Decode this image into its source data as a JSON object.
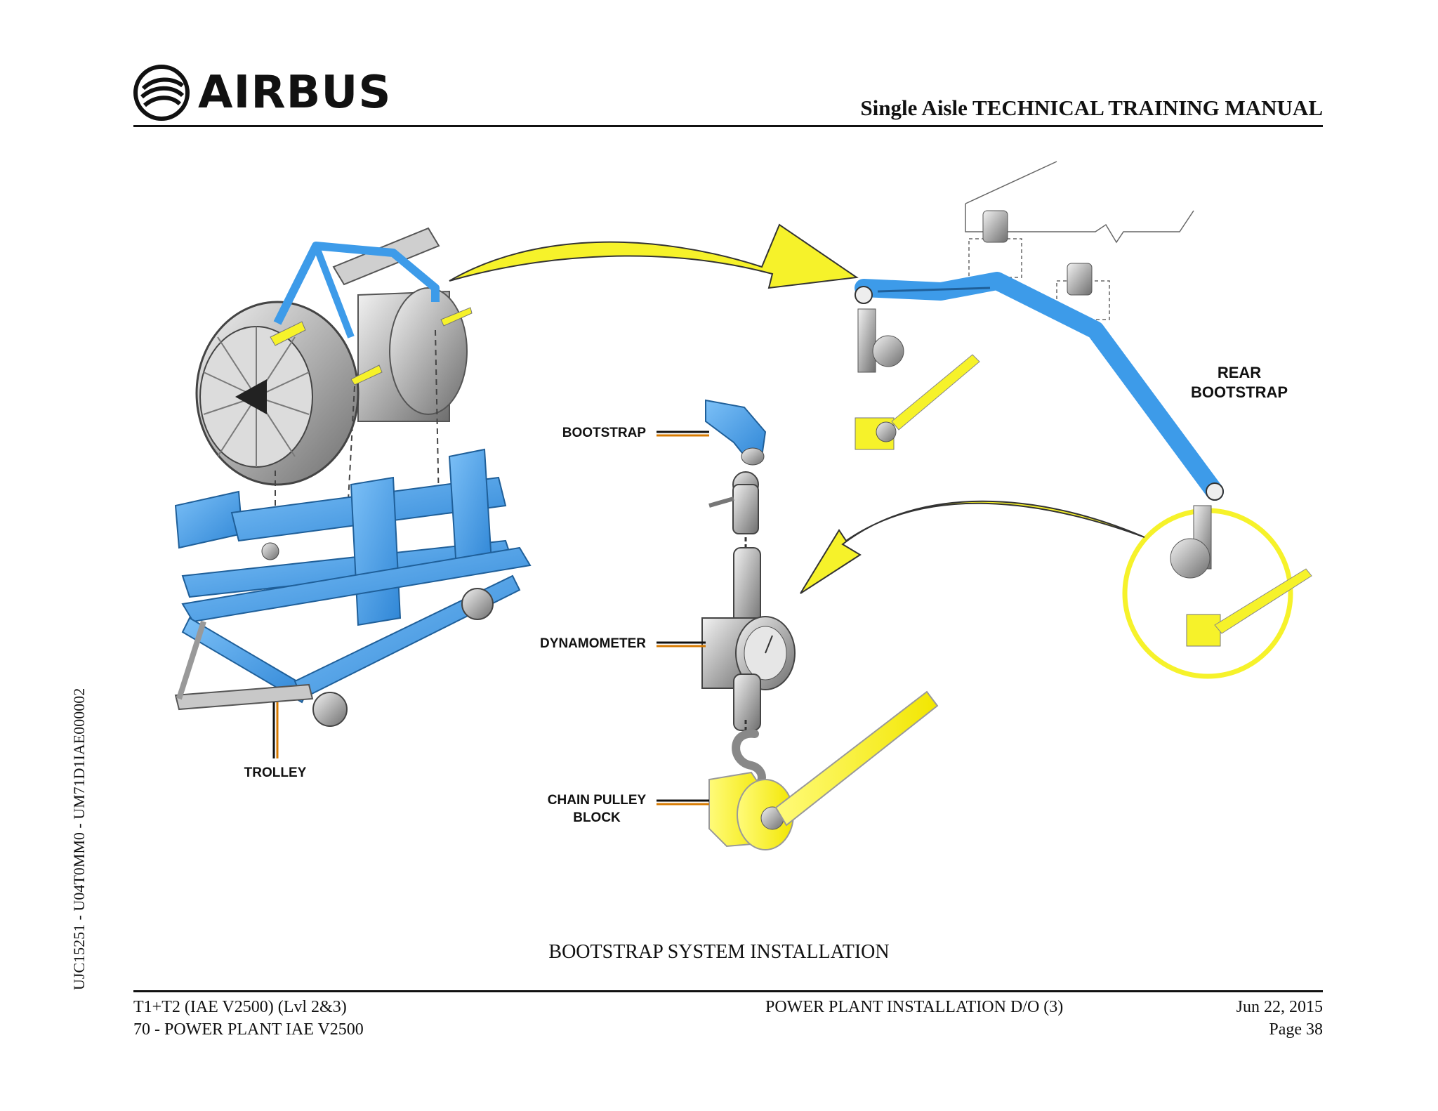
{
  "header": {
    "brand": "AIRBUS",
    "manual_title": "Single Aisle TECHNICAL TRAINING MANUAL"
  },
  "side_code": "UJC15251 - U04T0MM0 - UM71D1IAE000002",
  "figure": {
    "caption": "BOOTSTRAP SYSTEM INSTALLATION",
    "labels": {
      "bootstrap": "BOOTSTRAP",
      "dynamometer": "DYNAMOMETER",
      "chain_pulley_line1": "CHAIN PULLEY",
      "chain_pulley_line2": "BLOCK",
      "trolley": "TROLLEY",
      "rear_bootstrap_line1": "REAR",
      "rear_bootstrap_line2": "BOOTSTRAP"
    },
    "colors": {
      "frame_blue": "#3d9be9",
      "highlight_yellow": "#f6f22a",
      "metal_grey": "#b8b8b8",
      "leader_orange": "#d77a00"
    }
  },
  "footer": {
    "left_line1": "T1+T2 (IAE V2500) (Lvl 2&3)",
    "left_line2": "70 - POWER PLANT IAE V2500",
    "center": "POWER PLANT INSTALLATION D/O (3)",
    "right_line1": "Jun 22, 2015",
    "right_line2": "Page 38"
  }
}
